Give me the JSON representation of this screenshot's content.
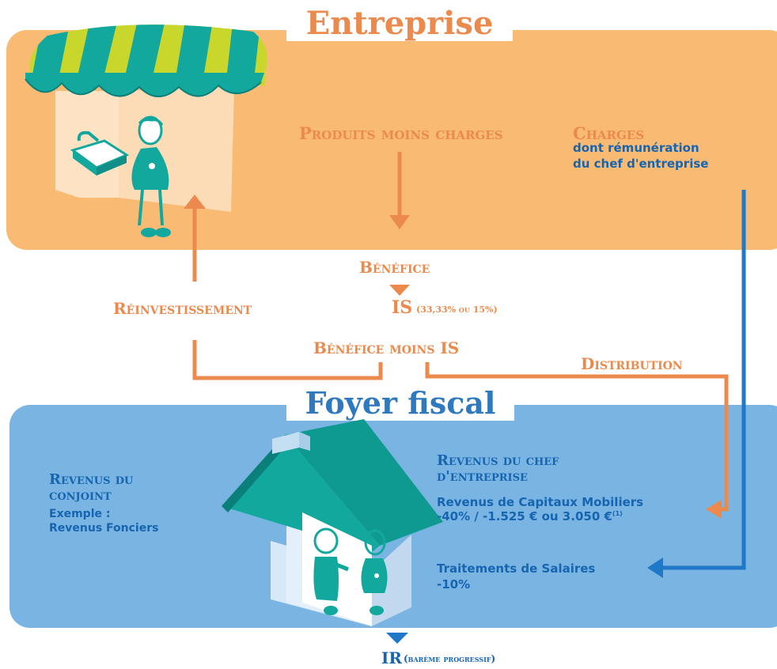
{
  "panels": {
    "entreprise": {
      "title": "Entreprise"
    },
    "foyer": {
      "title": "Foyer fiscal"
    }
  },
  "entreprise": {
    "produits": "Produits moins charges",
    "charges": "Charges",
    "charges_detail_1": "dont rémunération",
    "charges_detail_2": "du chef d'entreprise"
  },
  "flow": {
    "benefice": "Bénéfice",
    "reinvest": "Réinvestissement",
    "is": "IS",
    "is_rate": "(33,33% ou 15%)",
    "benefice_moins_is": "Bénéfice moins IS",
    "distribution": "Distribution"
  },
  "foyer": {
    "conjoint_1": "Revenus du",
    "conjoint_2": "conjoint",
    "exemple": "Exemple :",
    "foncier": "Revenus Fonciers",
    "chef_1": "Revenus du chef",
    "chef_2": "d'entreprise",
    "rcm_1": "Revenus de Capitaux Mobiliers",
    "rcm_2": "-40% / -1.525 € ou 3.050 €",
    "rcm_note": "(1)",
    "salaire_1": "Traitements de Salaires",
    "salaire_2": "-10%"
  },
  "result": {
    "ir": "IR",
    "ir_detail": "(barème progressif)"
  },
  "colors": {
    "orange_panel": "#f9ba74",
    "blue_panel": "#7ab4e2",
    "orange_text": "#ec8a4e",
    "blue_text": "#1565b0",
    "teal": "#13a89e"
  }
}
